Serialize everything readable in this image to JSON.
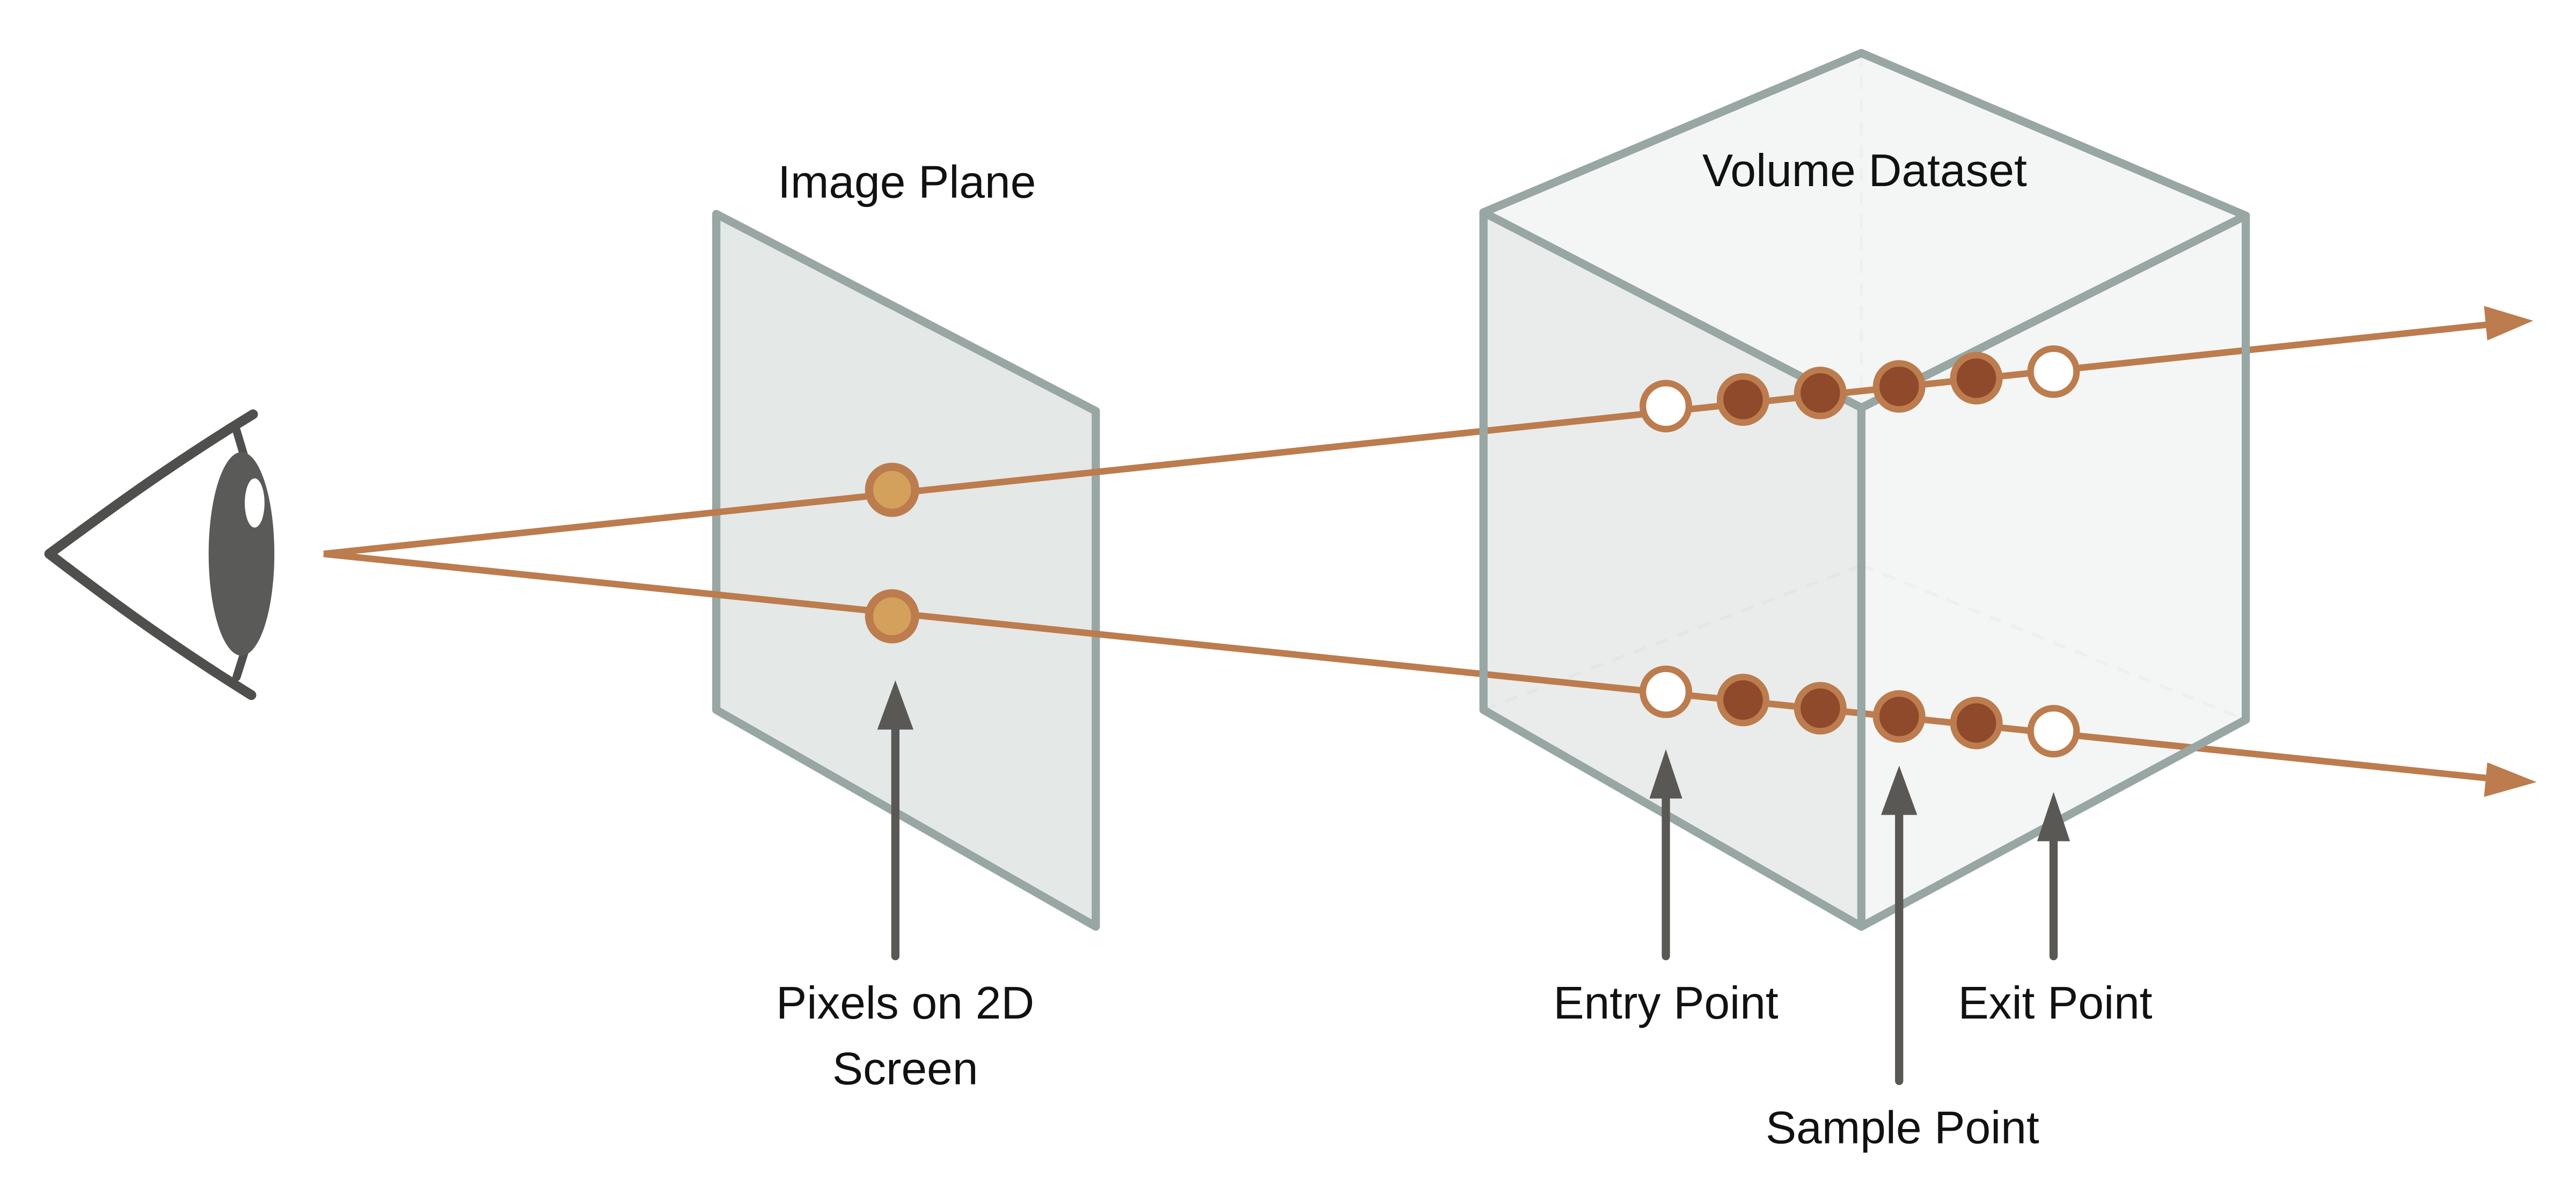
{
  "labels": {
    "image_plane": "Image Plane",
    "volume_dataset": "Volume Dataset",
    "pixels_line1": "Pixels on 2D",
    "pixels_line2": "Screen",
    "entry_point": "Entry Point",
    "exit_point": "Exit Point",
    "sample_point": "Sample Point"
  },
  "colors": {
    "ray": "#BC7C4E",
    "pixel_fill": "#D4A15D",
    "sample_fill": "#8E4A2A",
    "volume_edge": "#98A6A4",
    "plane_fill": "#E4E8E7",
    "volume_light": "#F2F4F3",
    "volume_dark": "#E5E9E8",
    "arrow": "#5A5855",
    "eye": "#4F4F4D"
  },
  "rays": [
    {
      "pixel": "pixel-point",
      "points": [
        "entry",
        "sample",
        "sample",
        "sample",
        "sample",
        "exit"
      ]
    },
    {
      "pixel": "pixel-point",
      "points": [
        "entry",
        "sample",
        "sample",
        "sample",
        "sample",
        "exit"
      ]
    }
  ]
}
